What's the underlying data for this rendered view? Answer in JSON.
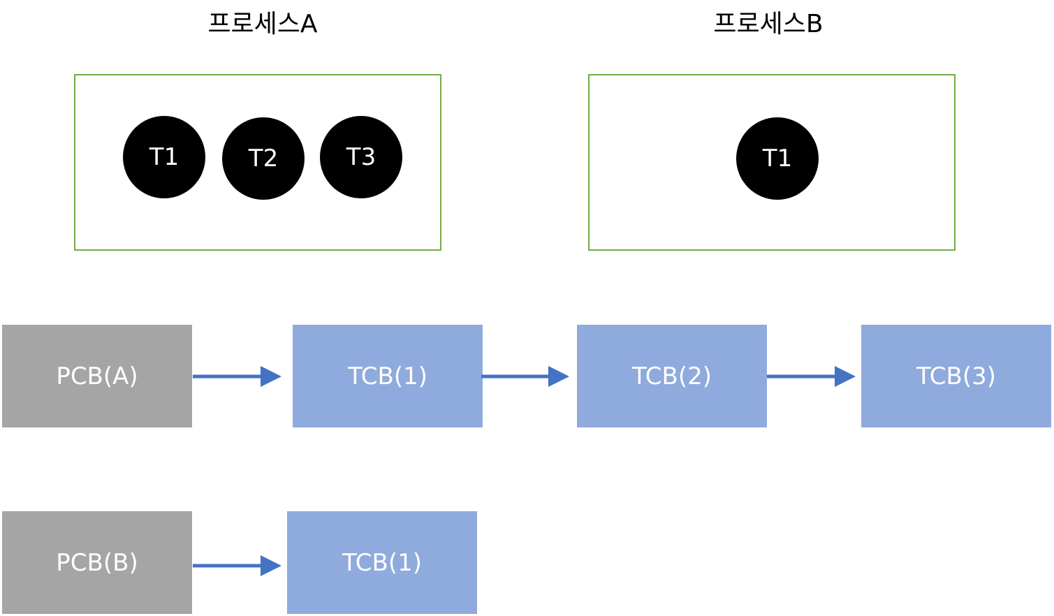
{
  "process_a": {
    "title": "프로세스A",
    "threads": [
      "T1",
      "T2",
      "T3"
    ]
  },
  "process_b": {
    "title": "프로세스B",
    "threads": [
      "T1"
    ]
  },
  "chain_a": {
    "pcb": "PCB(A)",
    "tcbs": [
      "TCB(1)",
      "TCB(2)",
      "TCB(3)"
    ]
  },
  "chain_b": {
    "pcb": "PCB(B)",
    "tcbs": [
      "TCB(1)"
    ]
  },
  "colors": {
    "process_border": "#70ad47",
    "thread_fill": "#000000",
    "pcb_fill": "#a5a5a5",
    "tcb_fill": "#8faadc",
    "arrow": "#4472c4"
  }
}
